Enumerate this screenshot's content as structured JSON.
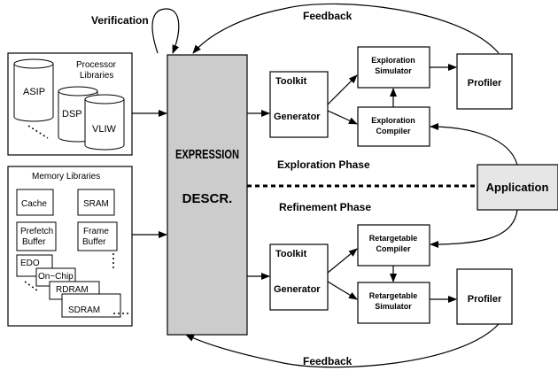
{
  "labels": {
    "verification": "Verification",
    "feedback_top": "Feedback",
    "feedback_bottom": "Feedback",
    "exploration_phase": "Exploration Phase",
    "refinement_phase": "Refinement Phase",
    "application": "Application"
  },
  "processor_libraries": {
    "title_line1": "Processor",
    "title_line2": "Libraries",
    "items": [
      "ASIP",
      "DSP",
      "VLIW"
    ]
  },
  "memory_libraries": {
    "title": "Memory Libraries",
    "cache": "Cache",
    "sram": "SRAM",
    "prefetch_line1": "Prefetch",
    "prefetch_line2": "Buffer",
    "frame_line1": "Frame",
    "frame_line2": "Buffer",
    "edo": "EDO",
    "onchip": "On−Chip",
    "rdram": "RDRAM",
    "sdram": "SDRAM"
  },
  "expression": {
    "line1": "EXPRESSION",
    "line2": "DESCR."
  },
  "toolkit_top": {
    "line1": "Toolkit",
    "line2": "Generator"
  },
  "toolkit_bottom": {
    "line1": "Toolkit",
    "line2": "Generator"
  },
  "exploration_simulator": {
    "line1": "Exploration",
    "line2": "Simulator"
  },
  "exploration_compiler": {
    "line1": "Exploration",
    "line2": "Compiler"
  },
  "retargetable_compiler": {
    "line1": "Retargetable",
    "line2": "Compiler"
  },
  "retargetable_simulator": {
    "line1": "Retargetable",
    "line2": "Simulator"
  },
  "profiler_top": "Profiler",
  "profiler_bottom": "Profiler",
  "colors": {
    "expression_fill": "#cccccc",
    "application_fill": "#e6e6e6",
    "stroke": "#000000"
  }
}
